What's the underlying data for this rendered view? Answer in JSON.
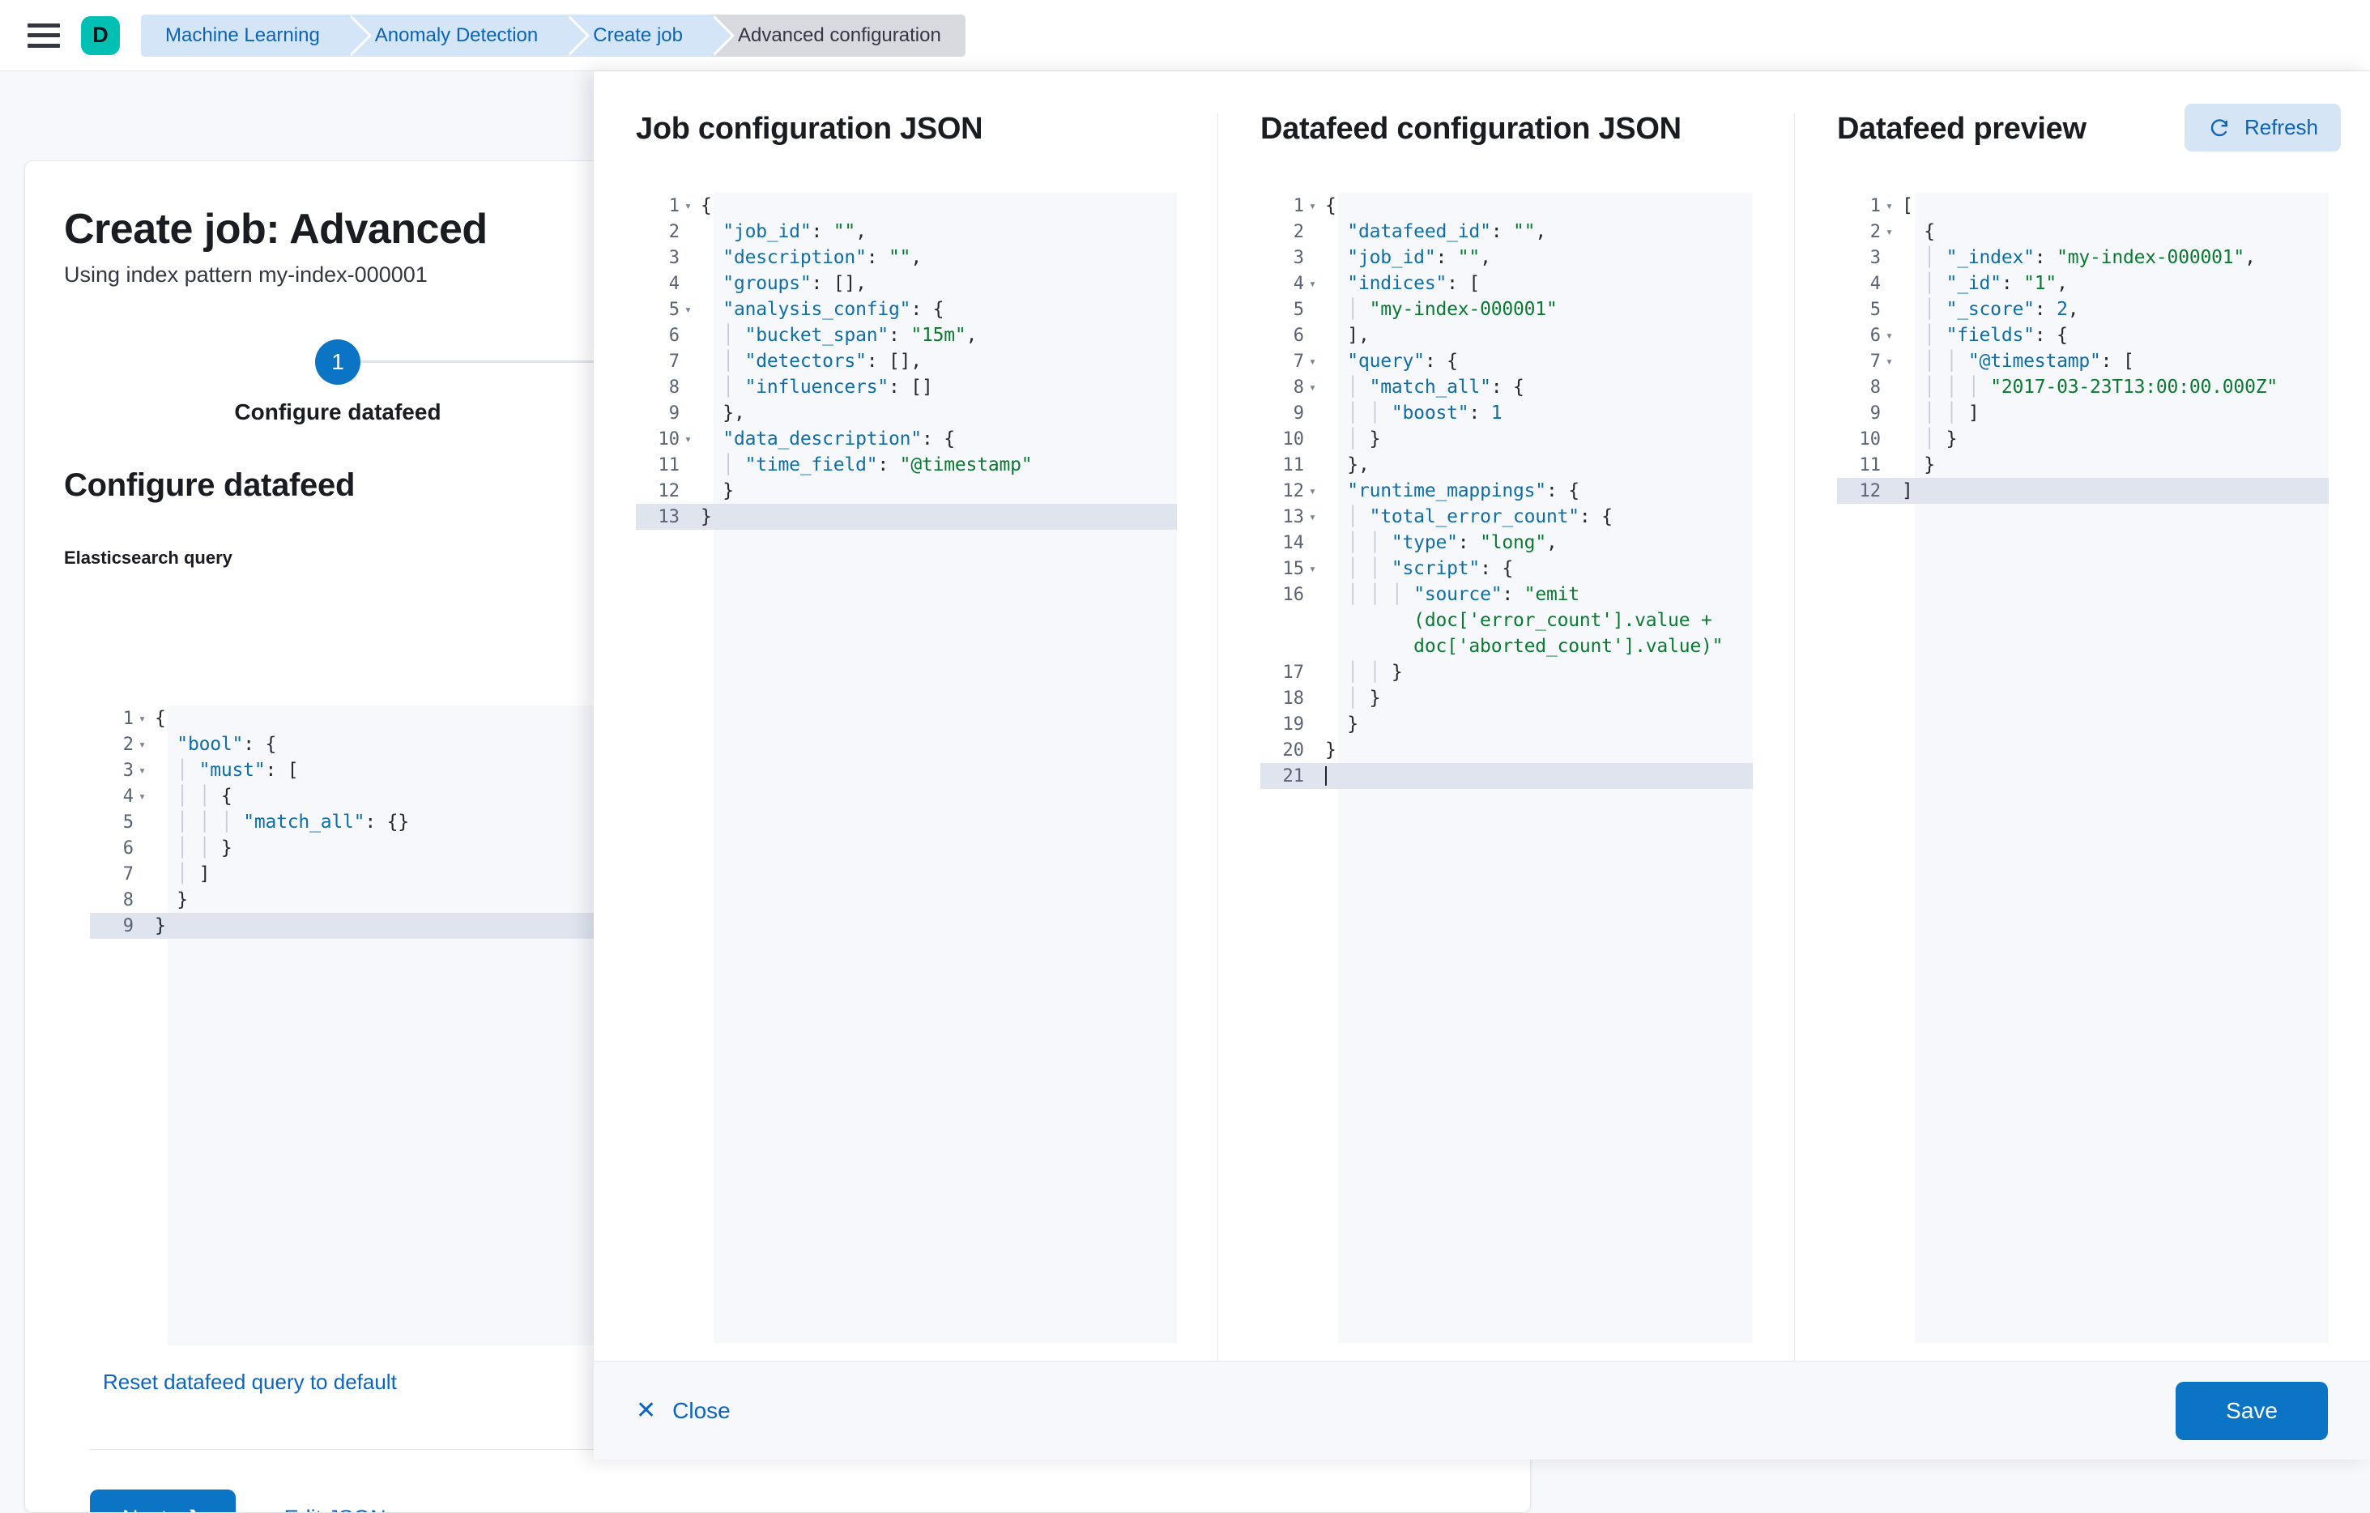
{
  "topbar": {
    "menu_icon": "hamburger-icon",
    "logo_letter": "D",
    "breadcrumbs": [
      {
        "label": "Machine Learning",
        "active": false
      },
      {
        "label": "Anomaly Detection",
        "active": false
      },
      {
        "label": "Create job",
        "active": false
      },
      {
        "label": "Advanced configuration",
        "active": true
      }
    ]
  },
  "page": {
    "title": "Create job: Advanced",
    "subtitle": "Using index pattern my-index-000001",
    "step_number": "1",
    "step_label": "Configure datafeed",
    "section_title": "Configure datafeed",
    "query_field_label": "Elasticsearch query",
    "reset_link": "Reset datafeed query to default",
    "next_button": "Next",
    "next_chevron": "chevron-right-icon",
    "edit_json_button": "Edit JSON"
  },
  "query_editor": {
    "name": "elasticsearch-query-editor",
    "active_line": 9,
    "lines": [
      {
        "n": 1,
        "fold": true,
        "tokens": [
          {
            "t": "p",
            "v": "{"
          }
        ]
      },
      {
        "n": 2,
        "fold": true,
        "tokens": [
          {
            "t": "p",
            "v": "  "
          },
          {
            "t": "k",
            "v": "\"bool\""
          },
          {
            "t": "p",
            "v": ": {"
          }
        ]
      },
      {
        "n": 3,
        "fold": true,
        "tokens": [
          {
            "t": "guide",
            "v": "  │ "
          },
          {
            "t": "k",
            "v": "\"must\""
          },
          {
            "t": "p",
            "v": ": ["
          }
        ]
      },
      {
        "n": 4,
        "fold": true,
        "tokens": [
          {
            "t": "guide",
            "v": "  │ │ "
          },
          {
            "t": "p",
            "v": "{"
          }
        ]
      },
      {
        "n": 5,
        "fold": false,
        "tokens": [
          {
            "t": "guide",
            "v": "  │ │ │ "
          },
          {
            "t": "k",
            "v": "\"match_all\""
          },
          {
            "t": "p",
            "v": ": {}"
          }
        ]
      },
      {
        "n": 6,
        "fold": false,
        "tokens": [
          {
            "t": "guide",
            "v": "  │ │ "
          },
          {
            "t": "p",
            "v": "}"
          }
        ]
      },
      {
        "n": 7,
        "fold": false,
        "tokens": [
          {
            "t": "guide",
            "v": "  │ "
          },
          {
            "t": "p",
            "v": "]"
          }
        ]
      },
      {
        "n": 8,
        "fold": false,
        "tokens": [
          {
            "t": "p",
            "v": "  }"
          }
        ]
      },
      {
        "n": 9,
        "fold": false,
        "tokens": [
          {
            "t": "p",
            "v": "}"
          }
        ]
      }
    ]
  },
  "flyout": {
    "columns": [
      {
        "id": "job-configuration-json",
        "title": "Job configuration JSON"
      },
      {
        "id": "datafeed-configuration-json",
        "title": "Datafeed configuration JSON"
      },
      {
        "id": "datafeed-preview",
        "title": "Datafeed preview"
      }
    ],
    "refresh_button": "Refresh",
    "refresh_icon": "refresh-icon",
    "close_button": "Close",
    "close_icon": "close-icon",
    "save_button": "Save"
  },
  "job_config_editor": {
    "name": "job-configuration-json-editor",
    "active_line": 13,
    "lines": [
      {
        "n": 1,
        "fold": true,
        "tokens": [
          {
            "t": "p",
            "v": "{"
          }
        ]
      },
      {
        "n": 2,
        "fold": false,
        "tokens": [
          {
            "t": "p",
            "v": "  "
          },
          {
            "t": "k",
            "v": "\"job_id\""
          },
          {
            "t": "p",
            "v": ": "
          },
          {
            "t": "s",
            "v": "\"\""
          },
          {
            "t": "p",
            "v": ","
          }
        ]
      },
      {
        "n": 3,
        "fold": false,
        "tokens": [
          {
            "t": "p",
            "v": "  "
          },
          {
            "t": "k",
            "v": "\"description\""
          },
          {
            "t": "p",
            "v": ": "
          },
          {
            "t": "s",
            "v": "\"\""
          },
          {
            "t": "p",
            "v": ","
          }
        ]
      },
      {
        "n": 4,
        "fold": false,
        "tokens": [
          {
            "t": "p",
            "v": "  "
          },
          {
            "t": "k",
            "v": "\"groups\""
          },
          {
            "t": "p",
            "v": ": [],"
          }
        ]
      },
      {
        "n": 5,
        "fold": true,
        "tokens": [
          {
            "t": "p",
            "v": "  "
          },
          {
            "t": "k",
            "v": "\"analysis_config\""
          },
          {
            "t": "p",
            "v": ": {"
          }
        ]
      },
      {
        "n": 6,
        "fold": false,
        "tokens": [
          {
            "t": "guide",
            "v": "  │ "
          },
          {
            "t": "k",
            "v": "\"bucket_span\""
          },
          {
            "t": "p",
            "v": ": "
          },
          {
            "t": "s",
            "v": "\"15m\""
          },
          {
            "t": "p",
            "v": ","
          }
        ]
      },
      {
        "n": 7,
        "fold": false,
        "tokens": [
          {
            "t": "guide",
            "v": "  │ "
          },
          {
            "t": "k",
            "v": "\"detectors\""
          },
          {
            "t": "p",
            "v": ": [],"
          }
        ]
      },
      {
        "n": 8,
        "fold": false,
        "tokens": [
          {
            "t": "guide",
            "v": "  │ "
          },
          {
            "t": "k",
            "v": "\"influencers\""
          },
          {
            "t": "p",
            "v": ": []"
          }
        ]
      },
      {
        "n": 9,
        "fold": false,
        "tokens": [
          {
            "t": "p",
            "v": "  },"
          }
        ]
      },
      {
        "n": 10,
        "fold": true,
        "tokens": [
          {
            "t": "p",
            "v": "  "
          },
          {
            "t": "k",
            "v": "\"data_description\""
          },
          {
            "t": "p",
            "v": ": {"
          }
        ]
      },
      {
        "n": 11,
        "fold": false,
        "tokens": [
          {
            "t": "guide",
            "v": "  │ "
          },
          {
            "t": "k",
            "v": "\"time_field\""
          },
          {
            "t": "p",
            "v": ": "
          },
          {
            "t": "s",
            "v": "\"@timestamp\""
          }
        ]
      },
      {
        "n": 12,
        "fold": false,
        "tokens": [
          {
            "t": "p",
            "v": "  }"
          }
        ]
      },
      {
        "n": 13,
        "fold": false,
        "tokens": [
          {
            "t": "p",
            "v": "}"
          }
        ]
      }
    ]
  },
  "datafeed_config_editor": {
    "name": "datafeed-configuration-json-editor",
    "active_line": 21,
    "lines": [
      {
        "n": 1,
        "fold": true,
        "tokens": [
          {
            "t": "p",
            "v": "{"
          }
        ]
      },
      {
        "n": 2,
        "fold": false,
        "tokens": [
          {
            "t": "p",
            "v": "  "
          },
          {
            "t": "k",
            "v": "\"datafeed_id\""
          },
          {
            "t": "p",
            "v": ": "
          },
          {
            "t": "s",
            "v": "\"\""
          },
          {
            "t": "p",
            "v": ","
          }
        ]
      },
      {
        "n": 3,
        "fold": false,
        "tokens": [
          {
            "t": "p",
            "v": "  "
          },
          {
            "t": "k",
            "v": "\"job_id\""
          },
          {
            "t": "p",
            "v": ": "
          },
          {
            "t": "s",
            "v": "\"\""
          },
          {
            "t": "p",
            "v": ","
          }
        ]
      },
      {
        "n": 4,
        "fold": true,
        "tokens": [
          {
            "t": "p",
            "v": "  "
          },
          {
            "t": "k",
            "v": "\"indices\""
          },
          {
            "t": "p",
            "v": ": ["
          }
        ]
      },
      {
        "n": 5,
        "fold": false,
        "tokens": [
          {
            "t": "guide",
            "v": "  │ "
          },
          {
            "t": "s",
            "v": "\"my-index-000001\""
          }
        ]
      },
      {
        "n": 6,
        "fold": false,
        "tokens": [
          {
            "t": "p",
            "v": "  ],"
          }
        ]
      },
      {
        "n": 7,
        "fold": true,
        "tokens": [
          {
            "t": "p",
            "v": "  "
          },
          {
            "t": "k",
            "v": "\"query\""
          },
          {
            "t": "p",
            "v": ": {"
          }
        ]
      },
      {
        "n": 8,
        "fold": true,
        "tokens": [
          {
            "t": "guide",
            "v": "  │ "
          },
          {
            "t": "k",
            "v": "\"match_all\""
          },
          {
            "t": "p",
            "v": ": {"
          }
        ]
      },
      {
        "n": 9,
        "fold": false,
        "tokens": [
          {
            "t": "guide",
            "v": "  │ │ "
          },
          {
            "t": "k",
            "v": "\"boost\""
          },
          {
            "t": "p",
            "v": ": "
          },
          {
            "t": "n",
            "v": "1"
          }
        ]
      },
      {
        "n": 10,
        "fold": false,
        "tokens": [
          {
            "t": "guide",
            "v": "  │ "
          },
          {
            "t": "p",
            "v": "}"
          }
        ]
      },
      {
        "n": 11,
        "fold": false,
        "tokens": [
          {
            "t": "p",
            "v": "  },"
          }
        ]
      },
      {
        "n": 12,
        "fold": true,
        "tokens": [
          {
            "t": "p",
            "v": "  "
          },
          {
            "t": "k",
            "v": "\"runtime_mappings\""
          },
          {
            "t": "p",
            "v": ": {"
          }
        ]
      },
      {
        "n": 13,
        "fold": true,
        "tokens": [
          {
            "t": "guide",
            "v": "  │ "
          },
          {
            "t": "k",
            "v": "\"total_error_count\""
          },
          {
            "t": "p",
            "v": ": {"
          }
        ]
      },
      {
        "n": 14,
        "fold": false,
        "tokens": [
          {
            "t": "guide",
            "v": "  │ │ "
          },
          {
            "t": "k",
            "v": "\"type\""
          },
          {
            "t": "p",
            "v": ": "
          },
          {
            "t": "s",
            "v": "\"long\""
          },
          {
            "t": "p",
            "v": ","
          }
        ]
      },
      {
        "n": 15,
        "fold": true,
        "tokens": [
          {
            "t": "guide",
            "v": "  │ │ "
          },
          {
            "t": "k",
            "v": "\"script\""
          },
          {
            "t": "p",
            "v": ": {"
          }
        ]
      },
      {
        "n": 16,
        "fold": false,
        "wrap": true,
        "tokens": [
          {
            "t": "guide",
            "v": "  │ │ │ "
          },
          {
            "t": "k",
            "v": "\"source\""
          },
          {
            "t": "p",
            "v": ": "
          },
          {
            "t": "s",
            "v": "\"emit"
          }
        ],
        "wrapped": [
          [
            {
              "t": "s",
              "v": "        (doc['error_count'].value +"
            }
          ],
          [
            {
              "t": "s",
              "v": "        doc['aborted_count'].value)\""
            }
          ]
        ]
      },
      {
        "n": 17,
        "fold": false,
        "tokens": [
          {
            "t": "guide",
            "v": "  │ │ "
          },
          {
            "t": "p",
            "v": "}"
          }
        ]
      },
      {
        "n": 18,
        "fold": false,
        "tokens": [
          {
            "t": "guide",
            "v": "  │ "
          },
          {
            "t": "p",
            "v": "}"
          }
        ]
      },
      {
        "n": 19,
        "fold": false,
        "tokens": [
          {
            "t": "p",
            "v": "  }"
          }
        ]
      },
      {
        "n": 20,
        "fold": false,
        "tokens": [
          {
            "t": "p",
            "v": "}"
          }
        ]
      },
      {
        "n": 21,
        "fold": false,
        "caret": true,
        "tokens": []
      }
    ]
  },
  "datafeed_preview_editor": {
    "name": "datafeed-preview-editor",
    "active_line": 12,
    "lines": [
      {
        "n": 1,
        "fold": true,
        "tokens": [
          {
            "t": "p",
            "v": "["
          }
        ]
      },
      {
        "n": 2,
        "fold": true,
        "tokens": [
          {
            "t": "p",
            "v": "  {"
          }
        ]
      },
      {
        "n": 3,
        "fold": false,
        "tokens": [
          {
            "t": "guide",
            "v": "  │ "
          },
          {
            "t": "k",
            "v": "\"_index\""
          },
          {
            "t": "p",
            "v": ": "
          },
          {
            "t": "s",
            "v": "\"my-index-000001\""
          },
          {
            "t": "p",
            "v": ","
          }
        ]
      },
      {
        "n": 4,
        "fold": false,
        "tokens": [
          {
            "t": "guide",
            "v": "  │ "
          },
          {
            "t": "k",
            "v": "\"_id\""
          },
          {
            "t": "p",
            "v": ": "
          },
          {
            "t": "s",
            "v": "\"1\""
          },
          {
            "t": "p",
            "v": ","
          }
        ]
      },
      {
        "n": 5,
        "fold": false,
        "tokens": [
          {
            "t": "guide",
            "v": "  │ "
          },
          {
            "t": "k",
            "v": "\"_score\""
          },
          {
            "t": "p",
            "v": ": "
          },
          {
            "t": "n",
            "v": "2"
          },
          {
            "t": "p",
            "v": ","
          }
        ]
      },
      {
        "n": 6,
        "fold": true,
        "tokens": [
          {
            "t": "guide",
            "v": "  │ "
          },
          {
            "t": "k",
            "v": "\"fields\""
          },
          {
            "t": "p",
            "v": ": {"
          }
        ]
      },
      {
        "n": 7,
        "fold": true,
        "tokens": [
          {
            "t": "guide",
            "v": "  │ │ "
          },
          {
            "t": "k",
            "v": "\"@timestamp\""
          },
          {
            "t": "p",
            "v": ": ["
          }
        ]
      },
      {
        "n": 8,
        "fold": false,
        "tokens": [
          {
            "t": "guide",
            "v": "  │ │ │ "
          },
          {
            "t": "s",
            "v": "\"2017-03-23T13:00:00.000Z\""
          }
        ]
      },
      {
        "n": 9,
        "fold": false,
        "tokens": [
          {
            "t": "guide",
            "v": "  │ │ "
          },
          {
            "t": "p",
            "v": "]"
          }
        ]
      },
      {
        "n": 10,
        "fold": false,
        "tokens": [
          {
            "t": "guide",
            "v": "  │ "
          },
          {
            "t": "p",
            "v": "}"
          }
        ]
      },
      {
        "n": 11,
        "fold": false,
        "tokens": [
          {
            "t": "p",
            "v": "  }"
          }
        ]
      },
      {
        "n": 12,
        "fold": false,
        "tokens": [
          {
            "t": "p",
            "v": "]"
          }
        ]
      }
    ]
  },
  "colors": {
    "accent_blue": "#0b74c4",
    "link_blue": "#0b64c4",
    "brand_teal": "#00bfb3",
    "breadcrumb_blue": "#d3e5f7",
    "breadcrumb_active": "#d8dae0",
    "editor_bg": "#f7f8fc",
    "active_line": "#dfe4ee",
    "json_key": "#0d6ea8",
    "json_string": "#0a7a30"
  }
}
